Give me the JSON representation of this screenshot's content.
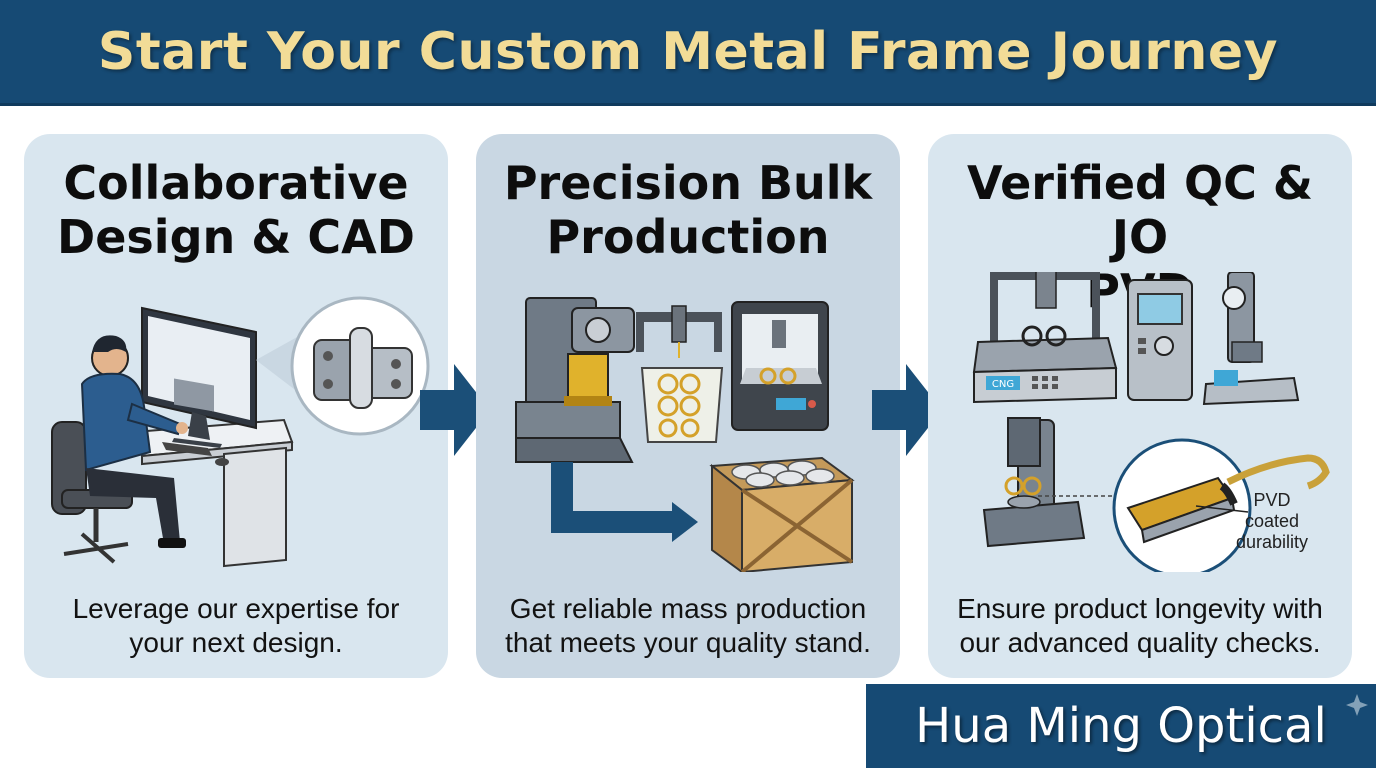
{
  "header": {
    "title": "Start Your Custom Metal Frame Journey"
  },
  "steps": [
    {
      "title_lines": [
        "Collaborative",
        "Design & CAD"
      ],
      "desc_lines": [
        "Leverage our expertise for",
        "your next design."
      ]
    },
    {
      "title_lines": [
        "Precision Bulk",
        "Production"
      ],
      "desc_lines": [
        "Get reliable mass production",
        "that meets your quality stand."
      ]
    },
    {
      "title_lines": [
        "Verified QC & JO",
        "PVD"
      ],
      "desc_lines": [
        "Ensure product longevity with",
        "our advanced quality checks."
      ],
      "machine_label": "CNG",
      "callout_lines": [
        "PVD",
        "coated",
        "durability"
      ]
    }
  ],
  "brand": {
    "name": "Hua Ming Optical"
  },
  "colors": {
    "banner": "#164a74",
    "title_gold": "#f2dc97",
    "panel_light": "#d9e6ef",
    "panel_mid": "#c9d7e3",
    "arrow": "#1b4f78"
  },
  "icons": [
    "computer-workstation-icon",
    "hinge-icon",
    "press-machine-icon",
    "laser-cutter-icon",
    "3d-printer-icon",
    "crate-icon",
    "cnc-machine-icon",
    "control-cabinet-icon",
    "hardness-tester-icon",
    "microscope-icon",
    "temple-arm-icon"
  ]
}
